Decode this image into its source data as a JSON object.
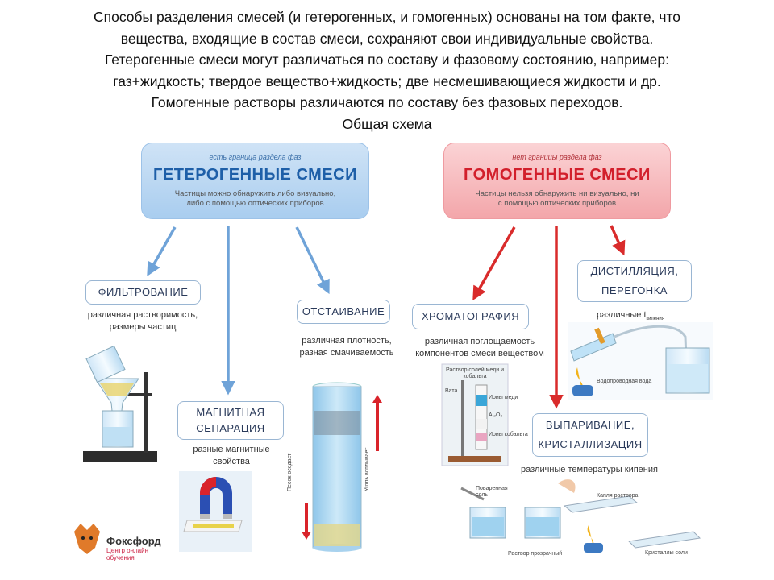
{
  "intro": {
    "lines": [
      "Способы разделения смесей (и гетерогенных, и гомогенных) основаны на том факте, что",
      "вещества, входящие в состав смеси, сохраняют свои индивидуальные свойства.",
      "Гетерогенные смеси могут различаться по составу и фазовому состоянию, например:",
      "газ+жидкость; твердое вещество+жидкость; две несмешивающиеся жидкости и др.",
      "Гомогенные растворы различаются по составу  без фазовых переходов.",
      "Общая схема"
    ]
  },
  "heterogeneous": {
    "pre": "есть граница раздела фаз",
    "title": "ГЕТЕРОГЕННЫЕ СМЕСИ",
    "desc_line1": "Частицы можно обнаружить либо визуально,",
    "desc_line2": "либо с помощью оптических приборов",
    "methods": {
      "filtration": {
        "label": "ФИЛЬТРОВАНИЕ",
        "caption_line1": "различная растворимость,",
        "caption_line2": "размеры частиц"
      },
      "magnetic": {
        "label_line1": "МАГНИТНАЯ",
        "label_line2": "СЕПАРАЦИЯ",
        "caption_line1": "разные магнитные",
        "caption_line2": "свойства"
      },
      "settling": {
        "label": "ОТСТАИВАНИЕ",
        "caption_line1": "различная плотность,",
        "caption_line2": "разная смачиваемость",
        "label_left": "Песок оседает",
        "label_right": "Уголь всплывает"
      }
    }
  },
  "homogeneous": {
    "pre": "нет границы раздела фаз",
    "title": "ГОМОГЕННЫЕ СМЕСИ",
    "desc_line1": "Частицы нельзя обнаружить ни визуально, ни",
    "desc_line2": "с помощью оптических приборов",
    "methods": {
      "chromatography": {
        "label": "ХРОМАТОГРАФИЯ",
        "caption_line1": "различная поглощаемость",
        "caption_line2": "компонентов смеси веществом",
        "img_title": "Раствор солей меди и кобальта",
        "img_labels": [
          "Вата",
          "Ионы меди",
          "Al₂O₃",
          "Ионы кобальта"
        ]
      },
      "distillation": {
        "label_line1": "ДИСТИЛЛЯЦИЯ,",
        "label_line2": "ПЕРЕГОНКА",
        "caption": "различные  t",
        "caption_sub": "кипения",
        "img_label": "Водопроводная вода"
      },
      "evaporation": {
        "label_line1": "ВЫПАРИВАНИЕ,",
        "label_line2": "КРИСТАЛЛИЗАЦИЯ",
        "caption": "различные температуры кипения",
        "img_labels": [
          "Поваренная соль",
          "Капля раствора",
          "Раствор прозрачный",
          "Кристаллы соли"
        ]
      }
    }
  },
  "logo": {
    "name": "Фоксфорд",
    "sub_line1": "Центр онлайн",
    "sub_line2": "обучения"
  },
  "colors": {
    "blue_arrow": "#6fa3d8",
    "red_arrow": "#d92b2b",
    "box_border": "#9ab6d3"
  }
}
